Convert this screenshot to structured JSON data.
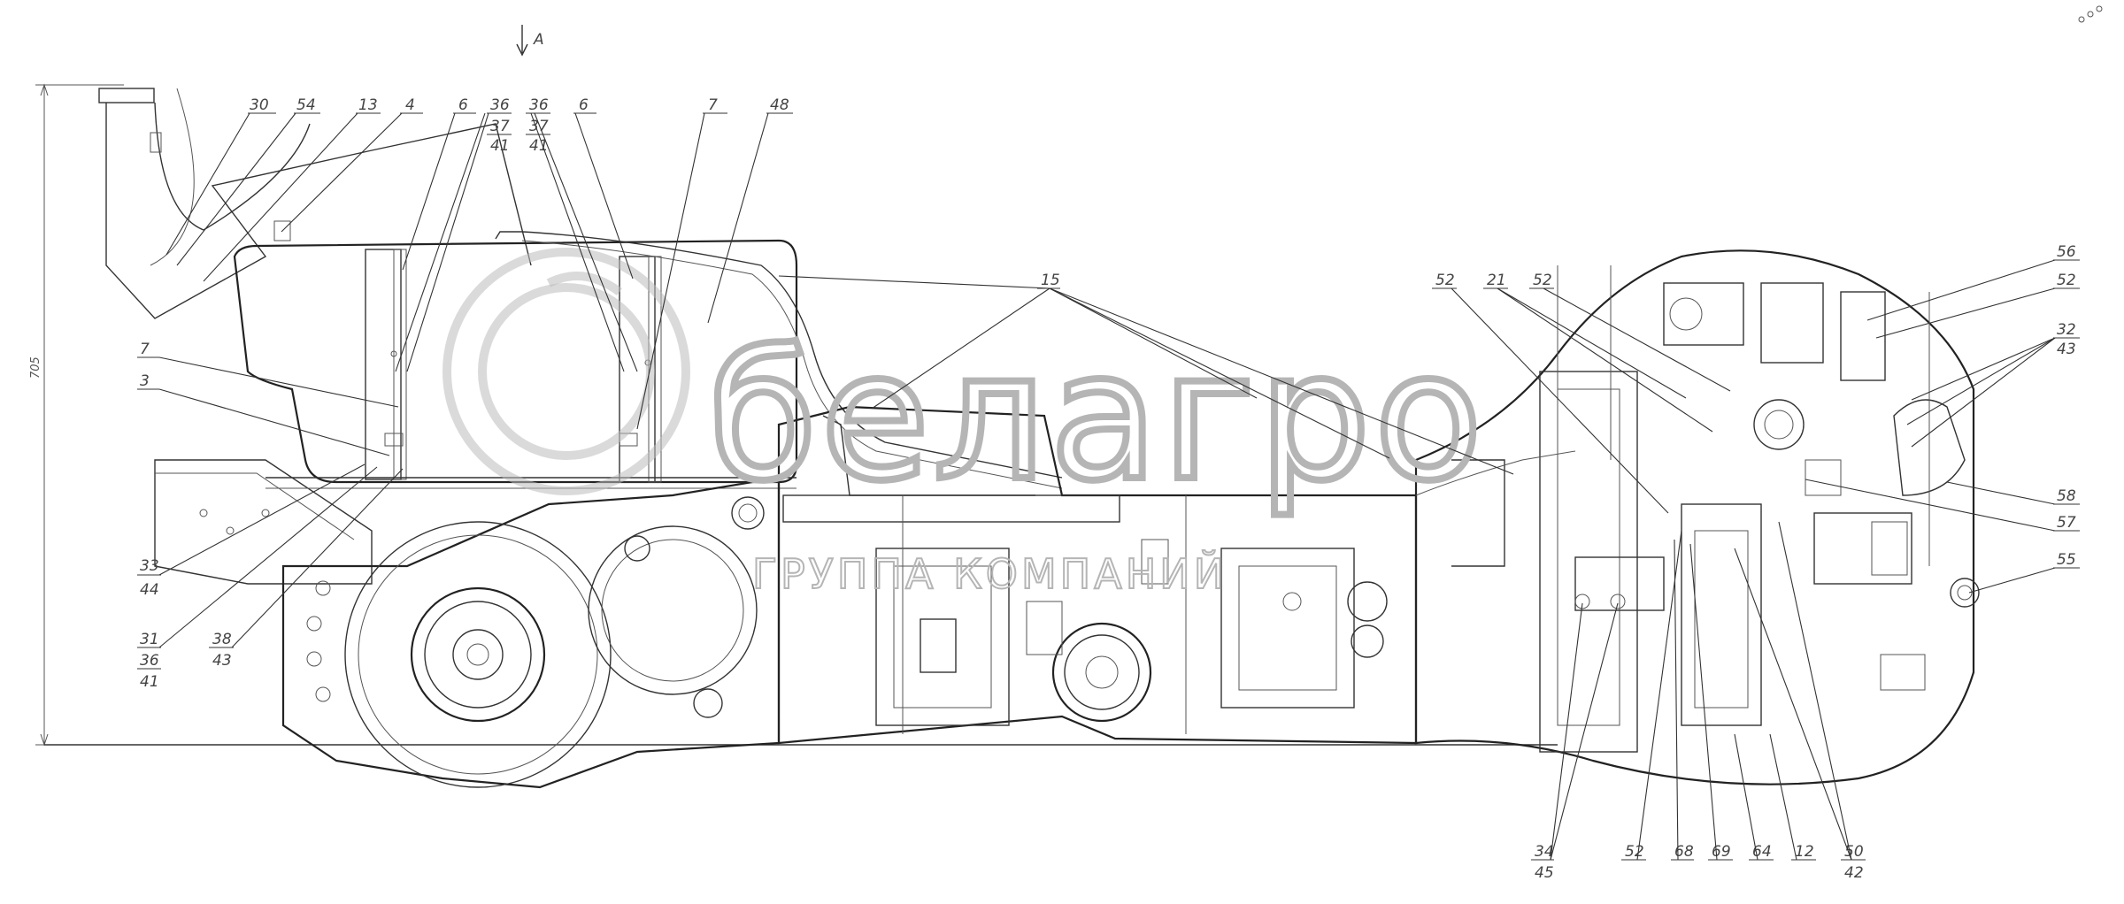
{
  "view_label": "A",
  "dimension_label": "705",
  "logo": {
    "brand": "белагро",
    "tagline": "ГРУППА КОМПАНИЙ"
  },
  "top_callouts": [
    "30",
    "54",
    "13",
    "4",
    "6",
    "6",
    "7",
    "48"
  ],
  "stacked_callouts": [
    {
      "top": "36",
      "mid": "37",
      "bot": "41"
    },
    {
      "top": "36",
      "mid": "37",
      "bot": "41"
    }
  ],
  "left_callouts": [
    {
      "id": "7"
    },
    {
      "id": "3"
    },
    {
      "top": "33",
      "bot": "44"
    },
    {
      "top": "31",
      "mid": "36",
      "bot": "41"
    },
    {
      "top": "38",
      "bot": "43"
    }
  ],
  "middle_callouts": [
    "15"
  ],
  "right_top_callouts": [
    "52",
    "21",
    "52",
    "56",
    "52"
  ],
  "right_stack_callout": {
    "top": "32",
    "bot": "43"
  },
  "right_side_callouts": [
    "58",
    "57",
    "55"
  ],
  "bottom_callouts": [
    {
      "top": "34",
      "bot": "45"
    },
    {
      "id": "52"
    },
    {
      "id": "68"
    },
    {
      "id": "69"
    },
    {
      "id": "64"
    },
    {
      "id": "12"
    },
    {
      "top": "50",
      "bot": "42"
    }
  ],
  "colors": {
    "line": "#333333",
    "watermark": "#bcbcbc",
    "background": "#ffffff"
  }
}
